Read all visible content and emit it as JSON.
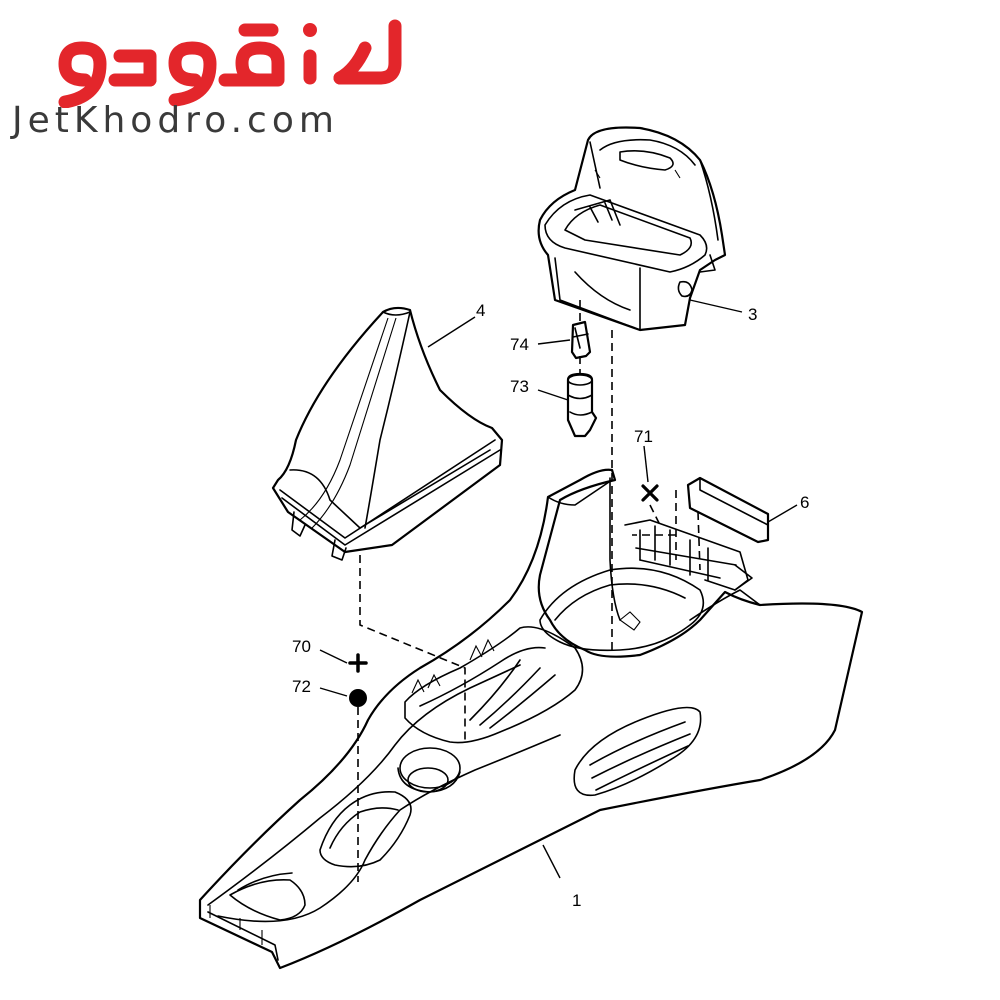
{
  "logo": {
    "brand_text": "جت‌خودرو",
    "site_text": "JetKhodro.com",
    "brand_color": "#e3262b",
    "site_color": "#3a3a3a"
  },
  "callouts": [
    {
      "id": "c1",
      "label": "1"
    },
    {
      "id": "c3",
      "label": "3"
    },
    {
      "id": "c4",
      "label": "4"
    },
    {
      "id": "c6",
      "label": "6"
    },
    {
      "id": "c70",
      "label": "70"
    },
    {
      "id": "c71",
      "label": "71"
    },
    {
      "id": "c72",
      "label": "72"
    },
    {
      "id": "c73",
      "label": "73"
    },
    {
      "id": "c74",
      "label": "74"
    }
  ]
}
